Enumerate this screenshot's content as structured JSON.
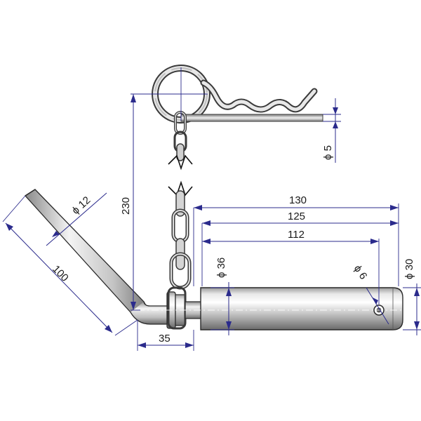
{
  "dimensions": {
    "clip_wire_diameter": "ϕ 5",
    "handle_diameter": "ϕ 12",
    "overall_height": "230",
    "handle_length": "100",
    "overall_length": "130",
    "length_125": "125",
    "length_112": "112",
    "pin_diameter": "ϕ 36",
    "hole_diameter": "ϕ 6",
    "head_diameter": "ϕ 30",
    "offset_35": "35"
  },
  "parts": {
    "clip": "r-clip-icon",
    "chain": "chain-icon",
    "pin": "hitch-pin-icon",
    "break_mark": "break-mark-icon"
  },
  "colors": {
    "dimension": "#2b2b8c",
    "metal_light": "#f2f2f2",
    "metal_mid": "#b8b8b8",
    "metal_dark": "#6e6e6e"
  }
}
